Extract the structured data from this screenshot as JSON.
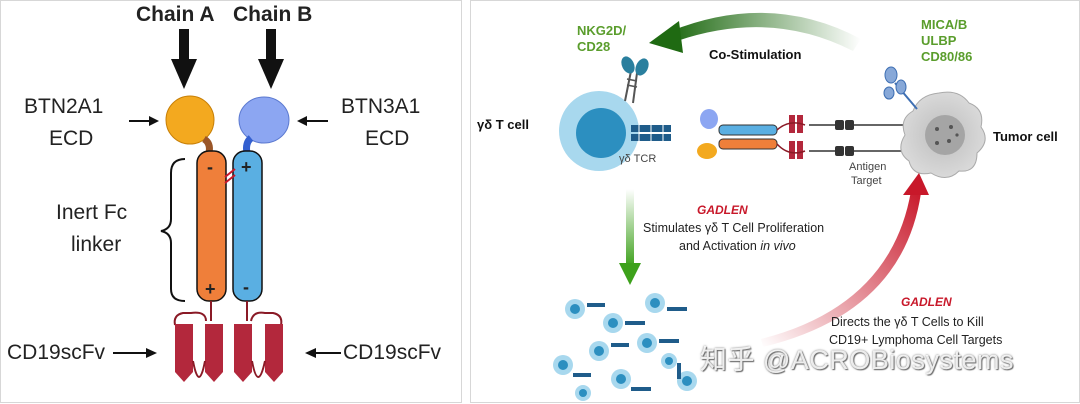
{
  "left": {
    "chain_a": "Chain A",
    "chain_b": "Chain B",
    "btn2a1_line1": "BTN2A1",
    "btn2a1_line2": "ECD",
    "btn3a1_line1": "BTN3A1",
    "btn3a1_line2": "ECD",
    "inert_line1": "Inert Fc",
    "inert_line2": "linker",
    "cd19_left": "CD19scFv",
    "cd19_right": "CD19scFv",
    "minus_a": "-",
    "plus_a": "+",
    "plus_b": "+",
    "minus_b": "-",
    "colors": {
      "orange": "#f0a020",
      "blue_head": "#7f9ef0",
      "orange_bar": "#ef7f3a",
      "blue_bar": "#58aee0",
      "red_scfv": "#b3283c"
    }
  },
  "right": {
    "nkg2d_line1": "NKG2D/",
    "nkg2d_line2": "CD28",
    "mica_line1": "MICA/B",
    "mica_line2": "ULBP",
    "mica_line3": "CD80/86",
    "costim": "Co-Stimulation",
    "gd_tcell": "γδ T cell",
    "tumor": "Tumor cell",
    "gd_tcr": "γδ TCR",
    "antigen_line1": "Antigen",
    "antigen_line2": "Target",
    "gadlen_1": "GADLEN",
    "stim_line1": "Stimulates γδ T Cell Proliferation",
    "stim_line2_a": "and Activation ",
    "stim_line2_b": "in vivo",
    "gadlen_2": "GADLEN",
    "direct_line1": "Directs the γδ T Cells to Kill",
    "direct_line2": "CD19+ Lymphoma Cell Targets",
    "colors": {
      "green": "#5a9d2c",
      "red": "#c8182a",
      "cell_blue": "#9fd3ea"
    }
  },
  "watermark": "知乎 @ACROBiosystems"
}
